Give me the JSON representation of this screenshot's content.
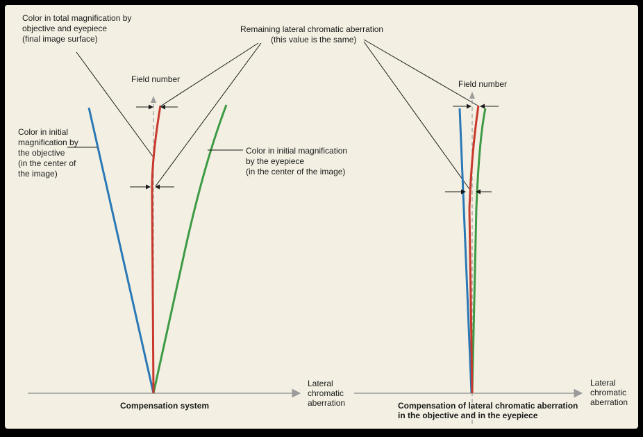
{
  "colors": {
    "background": "#f3f0e3",
    "frame": "#000000",
    "blue": "#2a78b5",
    "red": "#c8382c",
    "green": "#3d9a45",
    "axis": "#9a9a9a",
    "text": "#1a1a1a"
  },
  "left_panel": {
    "label_total": [
      "Color in total magnification by",
      "objective and eyepiece",
      "(final image surface)"
    ],
    "label_objective": [
      "Color in initial",
      "magnification by",
      "the objective",
      "(in the center of",
      "the image)"
    ],
    "label_eyepiece": [
      "Color in initial magnification",
      "by the eyepiece",
      "(in the center of the image)"
    ],
    "field_number": "Field number",
    "axis_label": [
      "Lateral",
      "chromatic",
      "aberration"
    ],
    "caption": "Compensation system"
  },
  "remaining_label": [
    "Remaining lateral chromatic aberration",
    "(this value is the same)"
  ],
  "right_panel": {
    "field_number": "Field number",
    "axis_label": [
      "Lateral",
      "chromatic",
      "aberration"
    ],
    "caption": [
      "Compensation of lateral chromatic aberration",
      "in the objective and in the eyepiece"
    ]
  }
}
